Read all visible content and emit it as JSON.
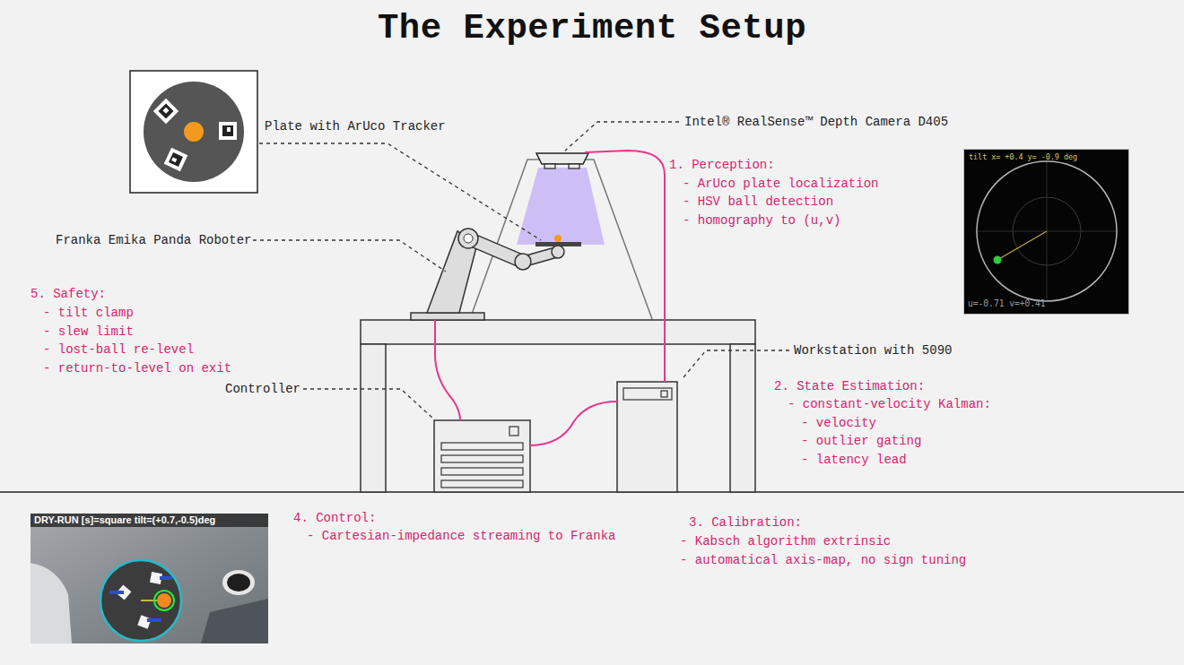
{
  "diagram": {
    "title": "The Experiment Setup",
    "nodes": [
      {
        "text": [
          "tilt x= +0.4 y= -0.9 deg",
          "u=-0.71 v=+0.41"
        ]
      },
      {
        "text": [
          "DRY-RUN [s]=square tilt=(+0.7,-0.5)deg"
        ]
      }
    ],
    "labels": [
      "Plate with ArUco Tracker",
      "Intel® RealSense™ Depth Camera D405",
      "Franka Emika Panda Roboter",
      "Workstation with 5090",
      "Controller",
      "1. Perception:",
      "- ArUco plate localization",
      "- HSV ball detection",
      "- homography to (u,v)",
      "2. State Estimation:",
      "- constant-velocity Kalman:",
      "- velocity",
      "- outlier gating",
      "- latency lead",
      "3. Calibration:",
      "- Kabsch algorithm extrinsic",
      "- automatical axis-map, no sign tuning",
      "4. Control:",
      "- Cartesian-impedance streaming to Franka",
      "5. Safety:",
      "- tilt clamp",
      "- slew limit",
      "- lost-ball re-level",
      "- return-to-level on exit"
    ]
  }
}
